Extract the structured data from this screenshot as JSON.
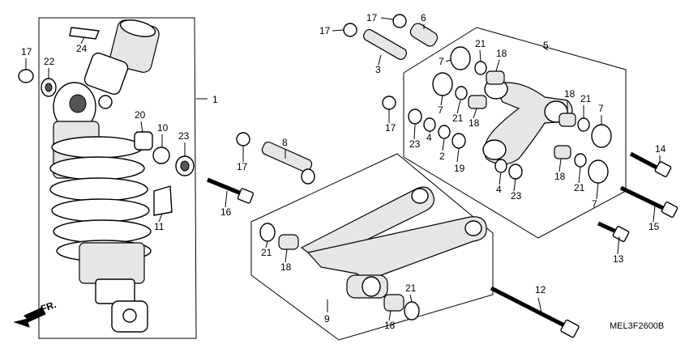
{
  "diagram_code": "MEL3F2600B",
  "front_label": "FR.",
  "parts": [
    {
      "id": "p1",
      "num": "1"
    },
    {
      "id": "p24",
      "num": "24"
    },
    {
      "id": "p17a",
      "num": "17"
    },
    {
      "id": "p22",
      "num": "22"
    },
    {
      "id": "p20",
      "num": "20"
    },
    {
      "id": "p10",
      "num": "10"
    },
    {
      "id": "p23a",
      "num": "23"
    },
    {
      "id": "p11",
      "num": "11"
    },
    {
      "id": "p16",
      "num": "16"
    },
    {
      "id": "p17b",
      "num": "17"
    },
    {
      "id": "p8",
      "num": "8"
    },
    {
      "id": "p17c",
      "num": "17"
    },
    {
      "id": "p17d",
      "num": "17"
    },
    {
      "id": "p6",
      "num": "6"
    },
    {
      "id": "p3",
      "num": "3"
    },
    {
      "id": "p5",
      "num": "5"
    },
    {
      "id": "p7a",
      "num": "7"
    },
    {
      "id": "p21a",
      "num": "21"
    },
    {
      "id": "p18a",
      "num": "18"
    },
    {
      "id": "p7b",
      "num": "7"
    },
    {
      "id": "p17e",
      "num": "17"
    },
    {
      "id": "p21b",
      "num": "21"
    },
    {
      "id": "p18b",
      "num": "18"
    },
    {
      "id": "p23b",
      "num": "23"
    },
    {
      "id": "p4a",
      "num": "4"
    },
    {
      "id": "p2",
      "num": "2"
    },
    {
      "id": "p19",
      "num": "19"
    },
    {
      "id": "p18c",
      "num": "18"
    },
    {
      "id": "p21c",
      "num": "21"
    },
    {
      "id": "p7c",
      "num": "7"
    },
    {
      "id": "p18d",
      "num": "18"
    },
    {
      "id": "p21d",
      "num": "21"
    },
    {
      "id": "p7d",
      "num": "7"
    },
    {
      "id": "p4b",
      "num": "4"
    },
    {
      "id": "p23c",
      "num": "23"
    },
    {
      "id": "p14",
      "num": "14"
    },
    {
      "id": "p15",
      "num": "15"
    },
    {
      "id": "p13",
      "num": "13"
    },
    {
      "id": "p21e",
      "num": "21"
    },
    {
      "id": "p18e",
      "num": "18"
    },
    {
      "id": "p9",
      "num": "9"
    },
    {
      "id": "p12",
      "num": "12"
    },
    {
      "id": "p21f",
      "num": "21"
    },
    {
      "id": "p18f",
      "num": "18"
    }
  ]
}
